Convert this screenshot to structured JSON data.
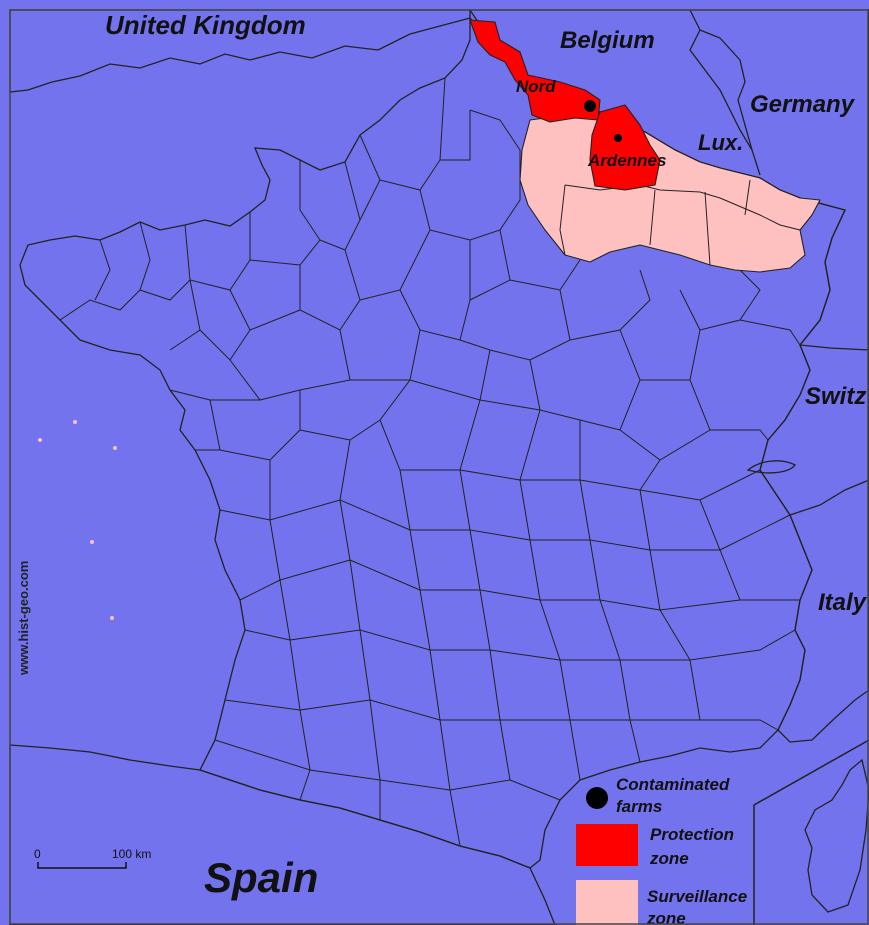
{
  "colors": {
    "sea": "#7373ee",
    "neighbor": "#ffff44",
    "france": "#ffffff",
    "protection": "#ff0000",
    "surveillance": "#ffc0c0",
    "farm": "#000000"
  },
  "labels": {
    "uk": "United Kingdom",
    "belgium": "Belgium",
    "germany": "Germany",
    "lux": "Lux.",
    "switz": "Switz",
    "italy": "Italy",
    "spain": "Spain",
    "nord": "Nord",
    "ardennes": "Ardennes"
  },
  "legend": {
    "farms_line1": "Contaminated",
    "farms_line2": "farms",
    "protection_line1": "Protection",
    "protection_line2": "zone",
    "surveillance_line1": "Surveillance",
    "surveillance_line2": "zone"
  },
  "scale": {
    "start": "0",
    "end": "100 km"
  },
  "watermark": "www.hist-geo.com"
}
